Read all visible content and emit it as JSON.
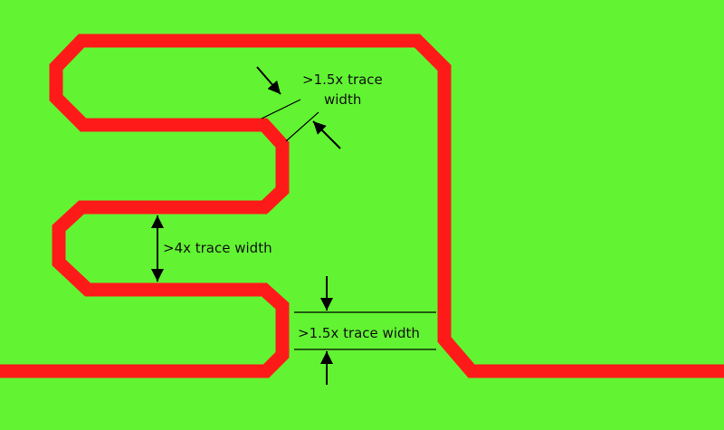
{
  "colors": {
    "board": "#62f432",
    "trace": "#ff1a1a",
    "annotation": "#000000"
  },
  "labels": {
    "clearance_line1": ">1.5x trace",
    "clearance_line2": "width",
    "loop_gap": ">4x trace width",
    "end_clearance": ">1.5x trace width"
  }
}
